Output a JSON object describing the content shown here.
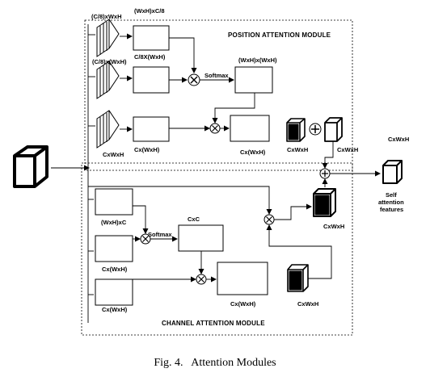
{
  "modules": {
    "position": "POSITION ATTENTION MODULE",
    "channel": "CHANNEL ATTENTION MODULE"
  },
  "position_labels": {
    "conv1": "(C/8)xWxH",
    "conv2": "(C/8)x(WxH)",
    "conv3": "CxWxH",
    "reshape1": "(WxH)xC/8",
    "reshape2": "C/8X(WxH)",
    "reshape3": "Cx(WxH)",
    "softmax": "Softmax",
    "attn": "(WxH)x(WxH)",
    "result": "Cx(WxH)",
    "cube": "CxWxH",
    "sum_out": "CxWxH"
  },
  "channel_labels": {
    "b1": "(WxH)xC",
    "b2": "Cx(WxH)",
    "b3": "Cx(WxH)",
    "softmax": "Softmax",
    "attn": "CxC",
    "result": "Cx(WxH)",
    "cube_bottom": "CxWxH",
    "cube_top": "CxWxH"
  },
  "output": {
    "dims": "CxWxH",
    "label_line1": "Self",
    "label_line2": "attention",
    "label_line3": "features"
  },
  "caption": "Fig. 4.   Attention Modules"
}
